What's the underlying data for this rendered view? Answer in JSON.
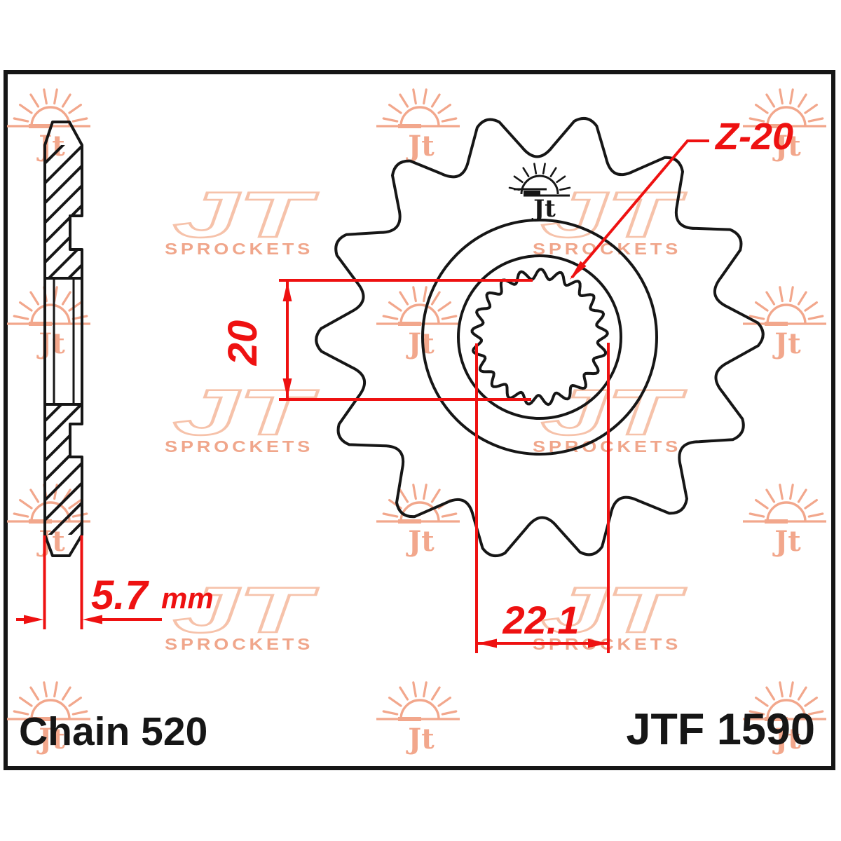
{
  "captions": {
    "chain_type": "Chain 520",
    "part_number": "JTF 1590"
  },
  "dimensions": {
    "teeth_count_label": "Z-20",
    "spline_bore_diameter": "20",
    "spline_outer_diameter": "22.1",
    "thickness_value": "5.7",
    "thickness_unit": "mm"
  },
  "watermark": {
    "brand_initials": "JT",
    "brand_word": "SPROCKETS",
    "sun_glyph": "Jt"
  },
  "colors": {
    "dimension_red": "#ee1111",
    "drawing_black": "#161616",
    "watermark_sun": "#f2a78c",
    "watermark_logo_outline": "#f6c2aa",
    "watermark_logo_text": "#f0a68b"
  }
}
